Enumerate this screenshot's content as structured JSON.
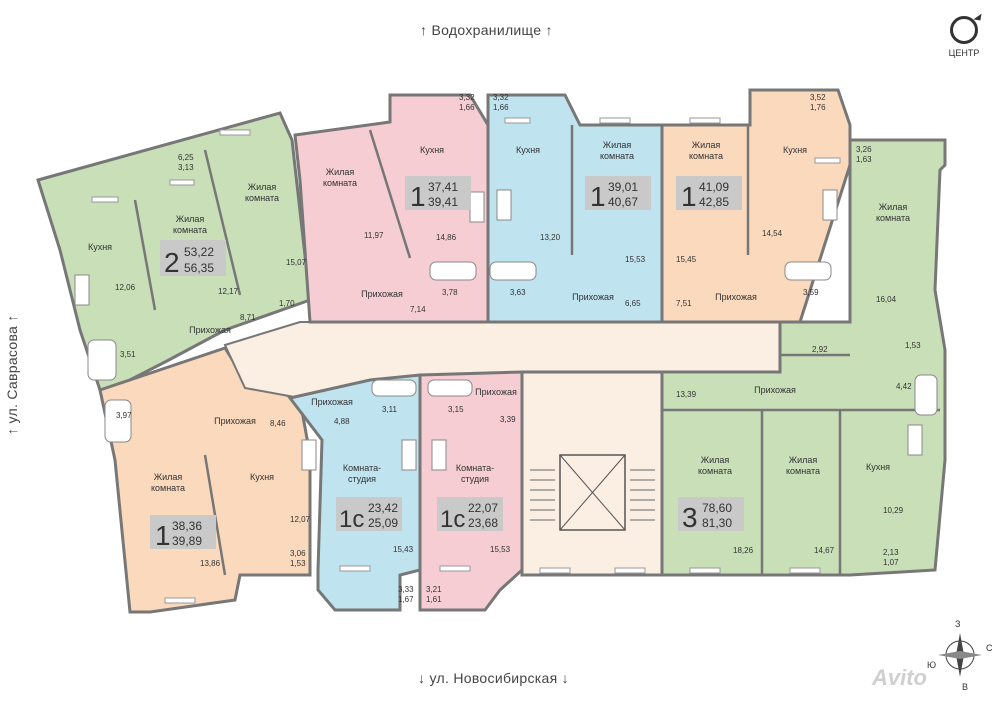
{
  "streets": {
    "north": "Водохранилище",
    "south": "ул. Новосибирская",
    "west": "ул. Саврасова"
  },
  "center_button": {
    "label": "ЦЕНТР"
  },
  "compass": {
    "n": "З",
    "e": "С",
    "s": "В",
    "w": "Ю"
  },
  "watermark": "Avito",
  "colors": {
    "green": "#c8dfb8",
    "pink": "#f6cdd2",
    "blue": "#bfe3ef",
    "peach": "#fbd9bd",
    "corridor": "#fbeee2",
    "wall": "#777777",
    "badge": "#c9c9c9"
  },
  "apartments": [
    {
      "rooms": "2",
      "area_living": "53,22",
      "area_total": "56,35"
    },
    {
      "rooms": "1",
      "area_living": "37,41",
      "area_total": "39,41"
    },
    {
      "rooms": "1",
      "area_living": "39,01",
      "area_total": "40,67"
    },
    {
      "rooms": "1",
      "area_living": "41,09",
      "area_total": "42,85"
    },
    {
      "rooms": "1",
      "area_living": "38,36",
      "area_total": "39,89"
    },
    {
      "rooms": "1с",
      "area_living": "23,42",
      "area_total": "25,09"
    },
    {
      "rooms": "1с",
      "area_living": "22,07",
      "area_total": "23,68"
    },
    {
      "rooms": "3",
      "area_living": "78,60",
      "area_total": "81,30"
    }
  ],
  "room_names": {
    "kitchen": "Кухня",
    "living1": "Жилая",
    "living2": "комната",
    "hall": "Прихожая",
    "studio1": "Комната-",
    "studio2": "студия"
  },
  "areas": {
    "a2_balcony1": "6,25",
    "a2_balcony2": "3,13",
    "a2_kitchen": "12,06",
    "a2_room1": "12,17",
    "a2_room2": "15,07",
    "a2_wc": "1,70",
    "a2_hall": "8,71",
    "a2_bath": "3,51",
    "b1_bal1": "3,32",
    "b1_bal2": "1,66",
    "b1_room": "11,97",
    "b1_kitchen": "14,86",
    "b1_bath": "3,78",
    "b1_hall": "7,14",
    "c1_bal1": "3,32",
    "c1_bal2": "1,66",
    "c1_kitchen": "13,20",
    "c1_room": "15,53",
    "c1_bath": "3,63",
    "c1_hall": "6,65",
    "d1_bal1": "3,52",
    "d1_bal2": "1,76",
    "d1_kitchen": "14,54",
    "d1_room": "15,45",
    "d1_bath": "3,59",
    "d1_hall": "7,51",
    "e3_bal1": "3,26",
    "e3_bal2": "1,63",
    "e3_room1": "16,04",
    "e3_store": "2,92",
    "e3_wc": "1,53",
    "e3_bath": "4,42",
    "e3_hall": "13,39",
    "e3_room2": "18,26",
    "e3_room3": "14,67",
    "e3_kitchen": "10,29",
    "e3_bal3": "2,13",
    "e3_bal4": "1,07",
    "f1_bath": "3,97",
    "f1_hall": "8,46",
    "f1_room": "13,86",
    "f1_kitchen": "12,07",
    "f1_bal1": "3,06",
    "f1_bal2": "1,53",
    "s1_hall": "4,88",
    "s1_bath": "3,11",
    "s1_room": "15,43",
    "s1_bal1": "3,33",
    "s1_bal2": "1,67",
    "s2_hall": "3,39",
    "s2_bath": "3,15",
    "s2_room": "15,53",
    "s2_bal1": "3,21",
    "s2_bal2": "1,61"
  }
}
